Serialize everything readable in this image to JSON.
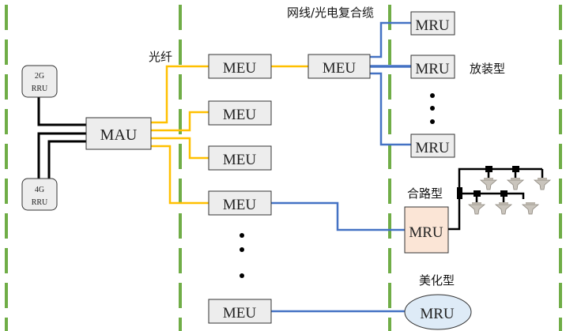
{
  "diagram": {
    "labels": {
      "fiber": "光纤",
      "cable": "网线/光电复合缆",
      "exposed_type": "放装型",
      "combined_type": "合路型",
      "beautified_type": "美化型"
    },
    "sources": [
      {
        "line1": "2G",
        "line2": "RRU"
      },
      {
        "line1": "4G",
        "line2": "RRU"
      }
    ],
    "mau": {
      "label": "MAU"
    },
    "meu": [
      {
        "label": "MEU"
      },
      {
        "label": "MEU"
      },
      {
        "label": "MEU"
      },
      {
        "label": "MEU"
      },
      {
        "label": "MEU"
      },
      {
        "label": "MEU"
      }
    ],
    "mru": [
      {
        "label": "MRU"
      },
      {
        "label": "MRU"
      },
      {
        "label": "MRU"
      },
      {
        "label": "MRU"
      },
      {
        "label": "MRU"
      }
    ],
    "colors": {
      "fiber": "#FFC000",
      "cable": "#4472C4",
      "divider": "#70AD47",
      "box_fill": "#EDEDED",
      "combined_fill": "#FBE5D6",
      "beautified_fill": "#DEEBF7"
    }
  }
}
